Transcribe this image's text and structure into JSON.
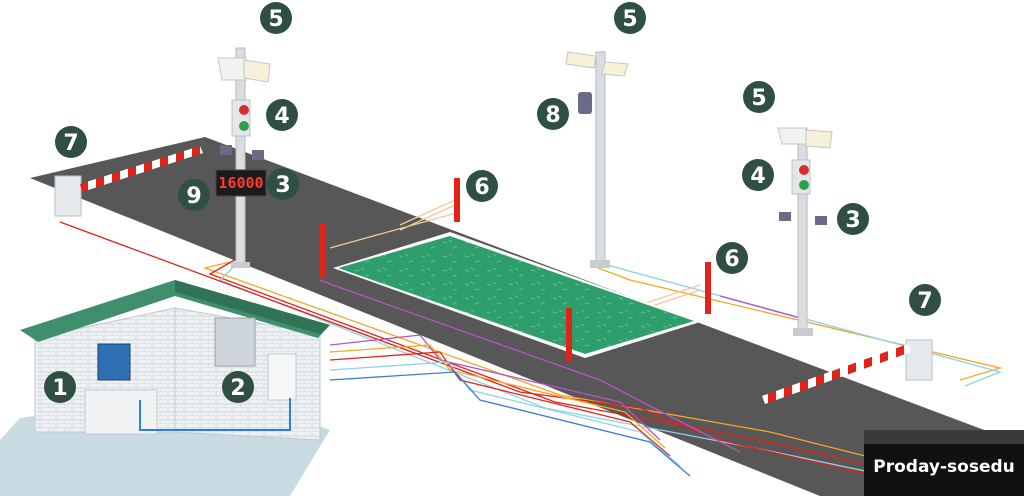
{
  "scale_display": {
    "reading": "16000"
  },
  "markers": [
    {
      "id": "m5a",
      "label": "5"
    },
    {
      "id": "m5b",
      "label": "5"
    },
    {
      "id": "m5c",
      "label": "5"
    },
    {
      "id": "m4a",
      "label": "4"
    },
    {
      "id": "m4b",
      "label": "4"
    },
    {
      "id": "m3a",
      "label": "3"
    },
    {
      "id": "m3b",
      "label": "3"
    },
    {
      "id": "m9",
      "label": "9"
    },
    {
      "id": "m7a",
      "label": "7"
    },
    {
      "id": "m7b",
      "label": "7"
    },
    {
      "id": "m6a",
      "label": "6"
    },
    {
      "id": "m6b",
      "label": "6"
    },
    {
      "id": "m8",
      "label": "8"
    },
    {
      "id": "m1",
      "label": "1"
    },
    {
      "id": "m2",
      "label": "2"
    }
  ],
  "watermark": {
    "text": "Proday-sosedu"
  },
  "colors": {
    "road": "#575757",
    "platform": "#2a9a6a",
    "badge": "#2f4f42",
    "barrier_red": "#e2231a",
    "roof": "#3f8e6e",
    "ground": "#c8dbe2"
  }
}
